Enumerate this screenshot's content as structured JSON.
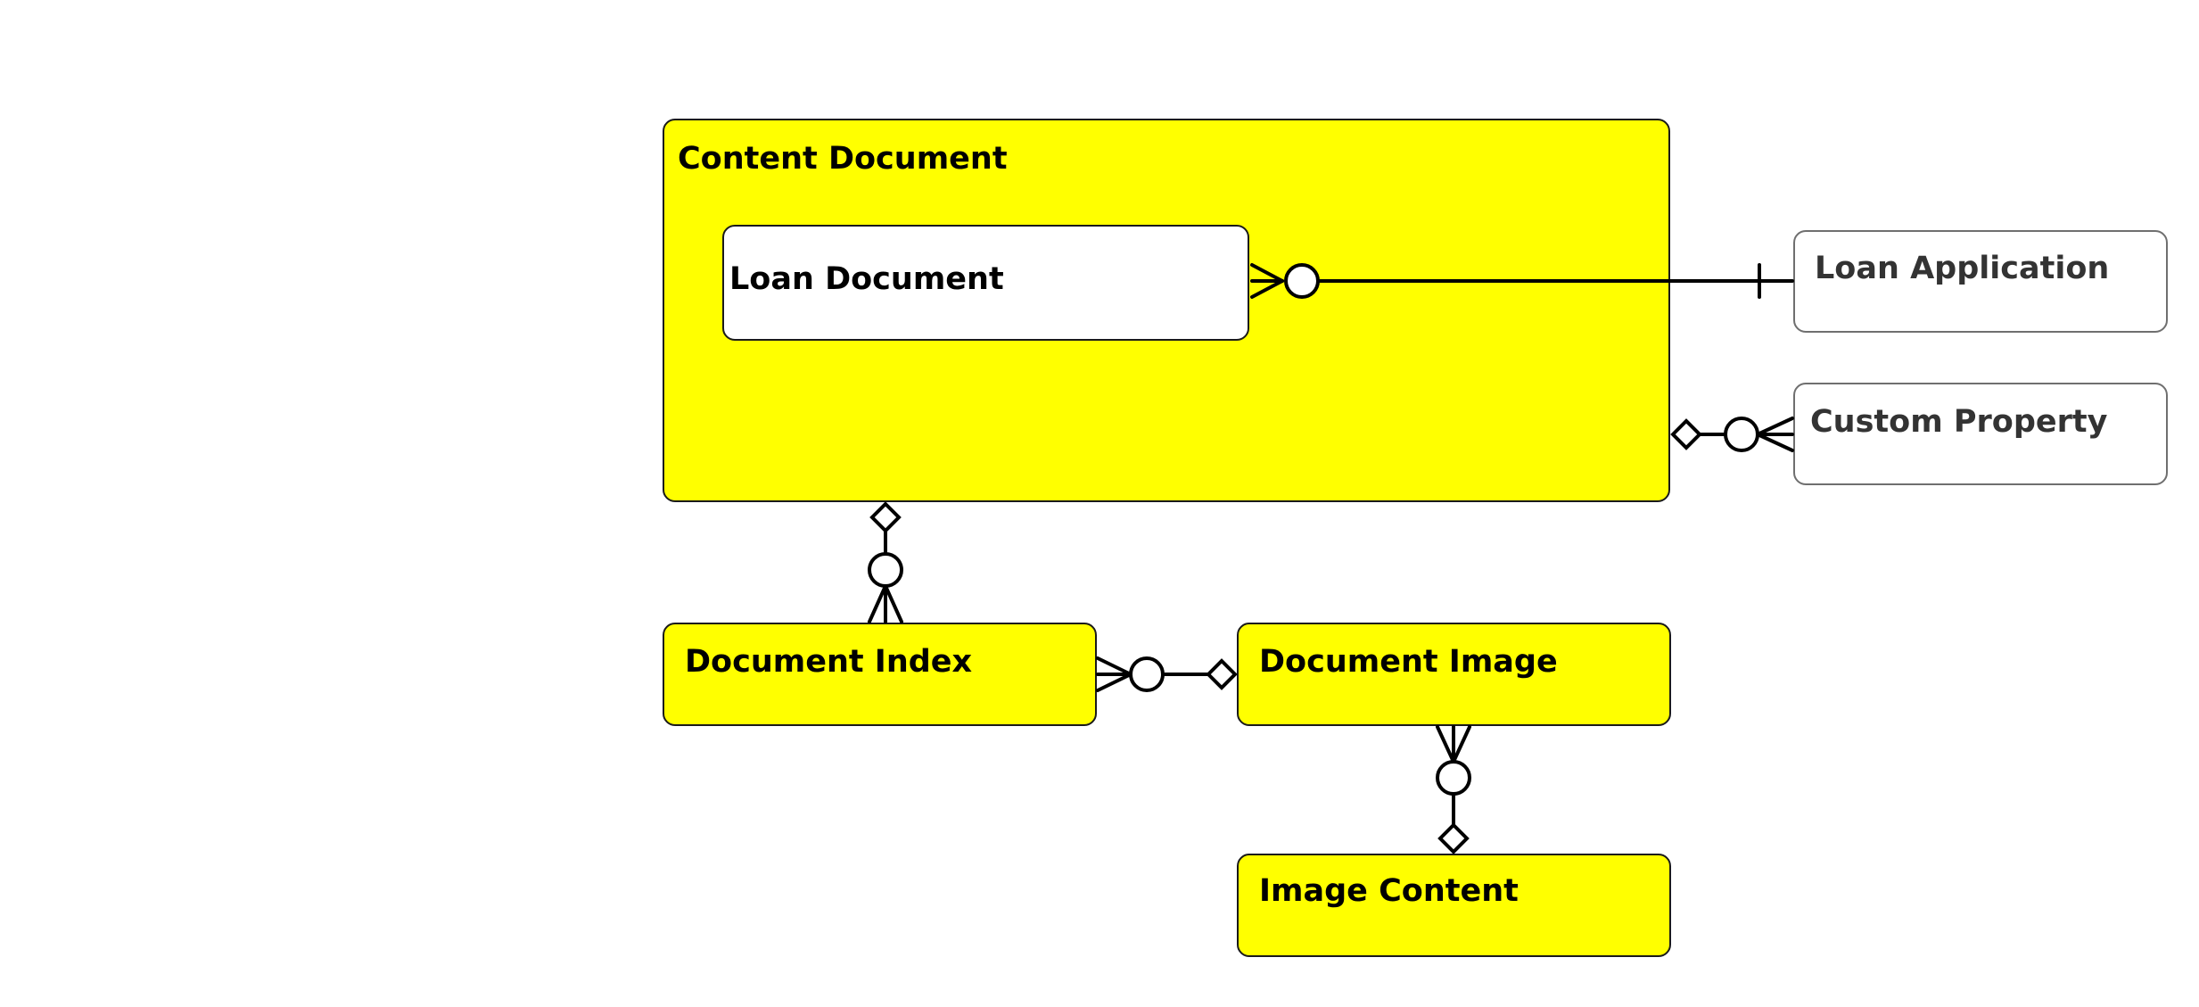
{
  "diagram": {
    "colors": {
      "entity_fill": "#ffff00",
      "external_fill": "#ffffff",
      "line": "#000000",
      "external_text": "#333333"
    },
    "entities": {
      "content_document": "Content Document",
      "loan_document": "Loan Document",
      "loan_application": "Loan Application",
      "custom_property": "Custom Property",
      "document_index": "Document Index",
      "document_image": "Document Image",
      "image_content": "Image Content"
    },
    "relationships": [
      {
        "from": "Loan Document",
        "to": "Loan Application",
        "from_end": "zero-or-many",
        "to_end": "one"
      },
      {
        "from": "Content Document",
        "to": "Custom Property",
        "from_end": "aggregation",
        "to_end": "zero-or-many"
      },
      {
        "from": "Content Document",
        "to": "Document Index",
        "from_end": "aggregation",
        "to_end": "zero-or-many"
      },
      {
        "from": "Document Image",
        "to": "Document Index",
        "from_end": "aggregation",
        "to_end": "zero-or-many"
      },
      {
        "from": "Image Content",
        "to": "Document Image",
        "from_end": "aggregation",
        "to_end": "zero-or-many"
      }
    ]
  }
}
